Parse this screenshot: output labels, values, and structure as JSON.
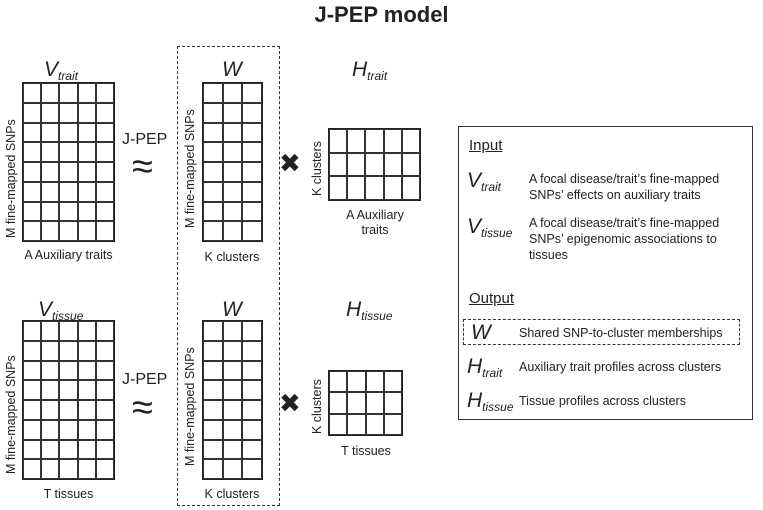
{
  "title": "J-PEP model",
  "operators": {
    "method": "J-PEP",
    "approx": "≈",
    "times": "✖"
  },
  "top": {
    "v_main": "V",
    "v_sub": "trait",
    "w_main": "W",
    "w_sub": "",
    "h_main": "H",
    "h_sub": "trait",
    "v_ylabel": "M fine-mapped SNPs",
    "v_xlabel": "A Auxiliary traits",
    "w_ylabel": "M fine-mapped SNPs",
    "w_xlabel": "K clusters",
    "h_ylabel": "K clusters",
    "h_xlabel": "A Auxiliary traits"
  },
  "bottom": {
    "v_main": "V",
    "v_sub": "tissue",
    "w_main": "W",
    "w_sub": "",
    "h_main": "H",
    "h_sub": "tissue",
    "v_ylabel": "M fine-mapped SNPs",
    "v_xlabel": "T tissues",
    "w_ylabel": "M fine-mapped SNPs",
    "w_xlabel": "K clusters",
    "h_ylabel": "K clusters",
    "h_xlabel": "T tissues"
  },
  "legend": {
    "input_heading": "Input",
    "output_heading": "Output",
    "input_items": [
      {
        "main": "V",
        "sub": "trait",
        "text": "A focal disease/trait’s fine-mapped SNPs’ effects on auxiliary traits"
      },
      {
        "main": "V",
        "sub": "tissue",
        "text": "A focal disease/trait’s fine-mapped SNPs’ epigenomic associations to tissues"
      }
    ],
    "output_items": [
      {
        "main": "W",
        "sub": "",
        "text": "Shared SNP-to-cluster memberships"
      },
      {
        "main": "H",
        "sub": "trait",
        "text": "Auxiliary trait profiles across clusters"
      },
      {
        "main": "H",
        "sub": "tissue",
        "text": "Tissue profiles across clusters"
      }
    ]
  }
}
